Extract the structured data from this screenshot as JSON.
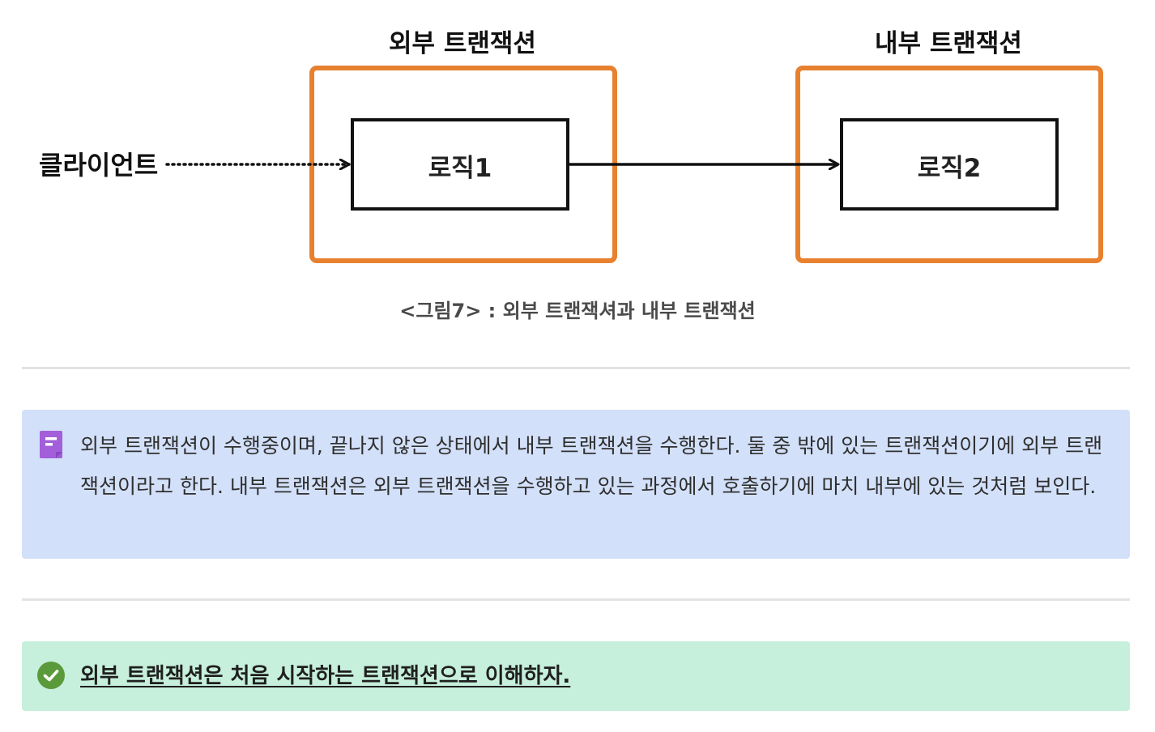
{
  "diagram": {
    "outer_transaction_title": "외부 트랜잭션",
    "inner_transaction_title": "내부 트랜잭션",
    "client_label": "클라이언트",
    "logic1_label": "로직1",
    "logic2_label": "로직2",
    "colors": {
      "transaction_border": "#e8812f",
      "logic_border": "#111111",
      "arrow": "#111111"
    }
  },
  "caption": "<그림7> : 외부 트랜잭셔과 내부 트랜잭션",
  "note_callout": {
    "icon": "note-icon",
    "background": "#d3e0f9",
    "text": "외부 트랜잭션이 수행중이며, 끝나지 않은 상태에서 내부 트랜잭션을 수행한다. 둘 중 밖에 있는 트랜잭션이기에 외부 트랜잭션이라고 한다. 내부 트랜잭션은 외부 트랜잭션을 수행하고 있는 과정에서 호출하기에 마치 내부에 있는 것처럼 보인다."
  },
  "check_callout": {
    "icon": "check-circle-icon",
    "background": "#c6efdc",
    "text": "외부 트랜잭션은 처음 시작하는 트랜잭션으로 이해하자."
  }
}
